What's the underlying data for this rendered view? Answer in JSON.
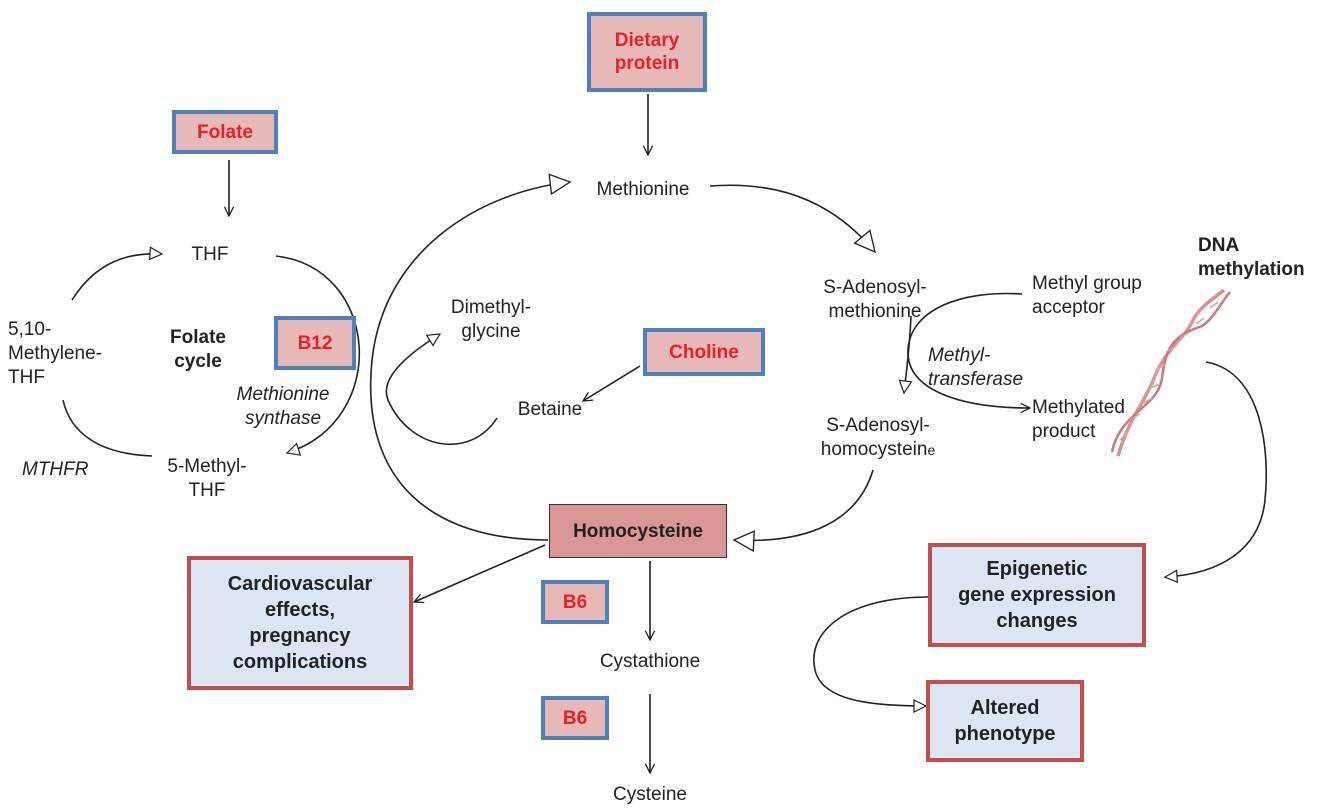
{
  "nutrients": {
    "dietary_protein": "Dietary\nprotein",
    "folate": "Folate",
    "b12": "B12",
    "choline": "Choline",
    "b6_first": "B6",
    "b6_second": "B6"
  },
  "metabolites": {
    "methionine": "Methionine",
    "thf": "THF",
    "methylene_thf": "5,10-\nMethylene-\nTHF",
    "methyl_thf": "5-Methyl-\nTHF",
    "dimethylglycine": "Dimethyl-\nglycine",
    "betaine": "Betaine",
    "sam": "S-Adenosyl-\nmethionine",
    "sah_line1": "S-Adenosyl-",
    "sah_line2_main": "homocystein",
    "sah_line2_small": "e",
    "homocysteine": "Homocysteine",
    "cystathione": "Cystathione",
    "cysteine": "Cysteine",
    "methyl_group_acceptor": "Methyl group\nacceptor",
    "methylated_product": "Methylated\nproduct"
  },
  "labels": {
    "folate_cycle": "Folate\ncycle",
    "methionine_synthase": "Methionine\nsynthase",
    "mthfr": "MTHFR",
    "methyltransferase": "Methyl-\ntransferase",
    "dna_methylation": "DNA\nmethylation"
  },
  "outcomes": {
    "cardiovascular": "Cardiovascular\neffects,\npregnancy\ncomplications",
    "epigenetic": "Epigenetic\ngene expression\nchanges",
    "altered_phenotype": "Altered\nphenotype"
  },
  "colors": {
    "nutrient_fill": "#e6b9b8",
    "nutrient_border": "#4f81bd",
    "nutrient_text": "#e8202a",
    "outcome_fill": "#dce6f2",
    "outcome_border": "#c0504d",
    "homocysteine_fill": "#d99694"
  }
}
